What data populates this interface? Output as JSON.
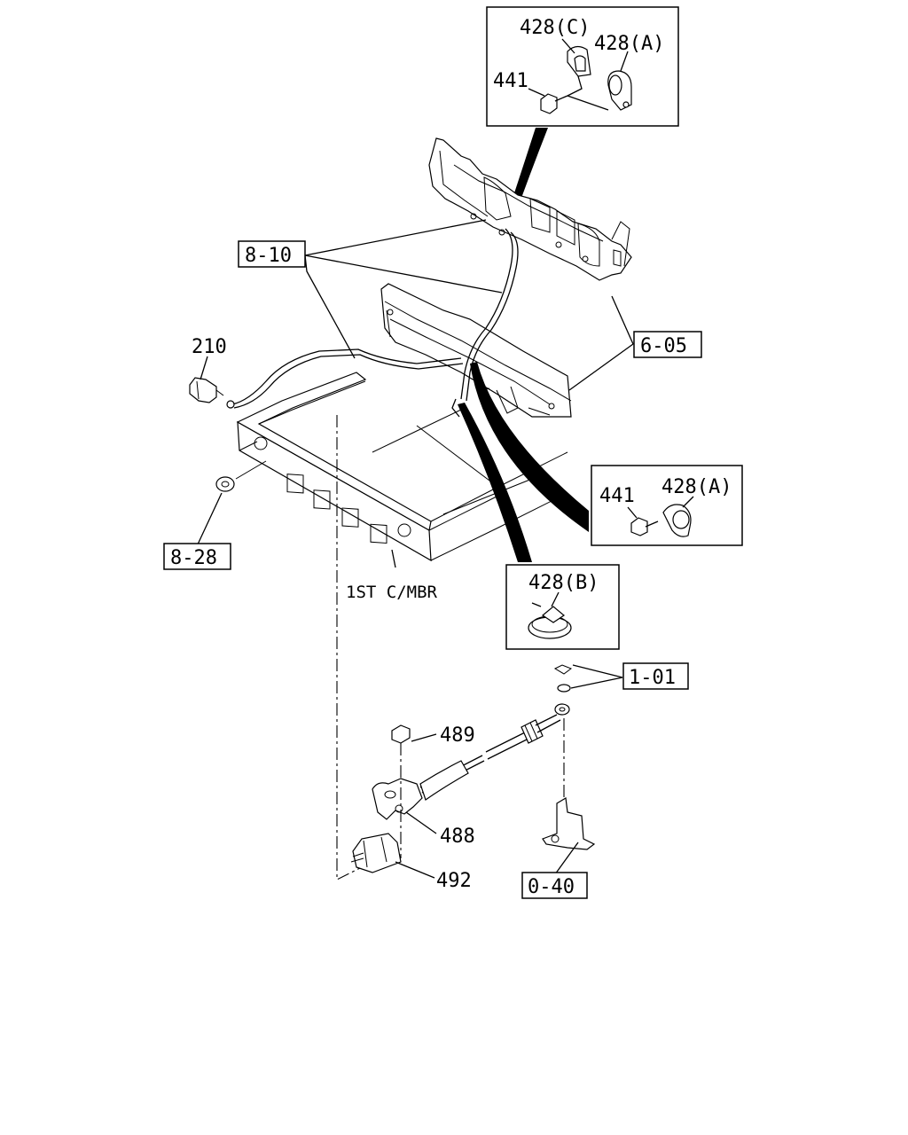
{
  "callouts": {
    "c428c_top": "428(C)",
    "c428a_top": "428(A)",
    "c441_top": "441",
    "c810": "8-10",
    "c605": "6-05",
    "c210": "210",
    "c828": "8-28",
    "c441_mid": "441",
    "c428a_mid": "428(A)",
    "c428b": "428(B)",
    "c1st": "1ST C/MBR",
    "c101": "1-01",
    "c489": "489",
    "c488": "488",
    "c492": "492",
    "c040": "0-40"
  }
}
